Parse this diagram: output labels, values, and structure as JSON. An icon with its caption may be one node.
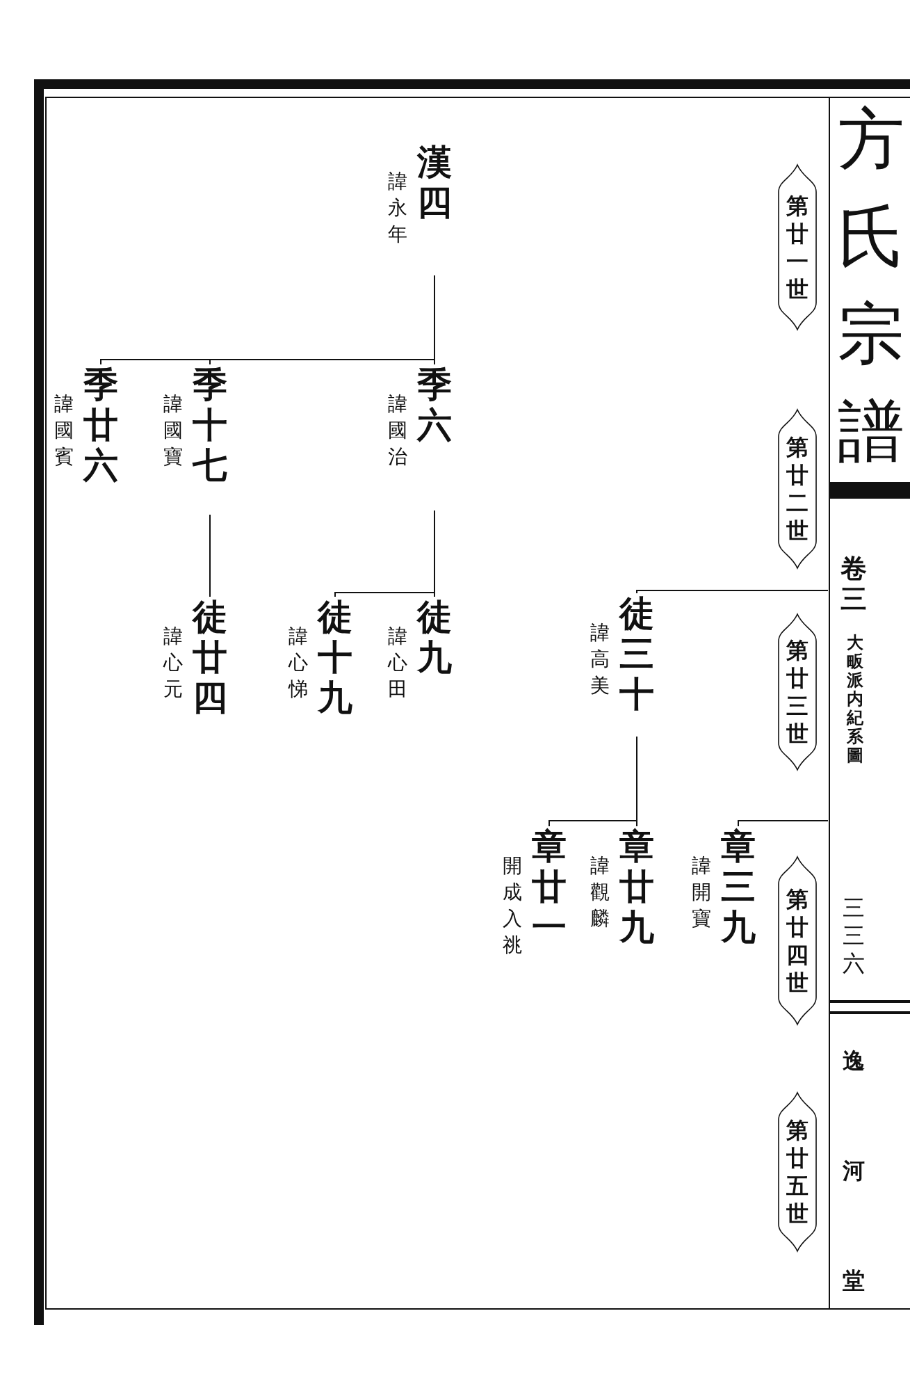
{
  "diagram": {
    "title": "方氏宗譜",
    "nodes": [
      {
        "text": [
          "第廿一世"
        ]
      },
      {
        "text": [
          "第廿二世"
        ]
      },
      {
        "text": [
          "第廿三世"
        ]
      },
      {
        "text": [
          "第廿四世"
        ]
      },
      {
        "text": [
          "第廿五世"
        ]
      },
      {
        "text": [
          "諱永年",
          "漢四"
        ]
      },
      {
        "text": [
          "諱國治",
          "季六"
        ]
      },
      {
        "text": [
          "諱國寶",
          "季十七"
        ]
      },
      {
        "text": [
          "諱國賓",
          "季廿六"
        ]
      },
      {
        "text": [
          "諱高美",
          "徒三十"
        ]
      },
      {
        "text": [
          "諱心田",
          "徒九"
        ]
      },
      {
        "text": [
          "諱心悌",
          "徒十九"
        ]
      },
      {
        "text": [
          "諱心元",
          "徒廿四"
        ]
      },
      {
        "text": [
          "諱開寶",
          "章三九"
        ]
      },
      {
        "text": [
          "諱觀麟",
          "章廿九"
        ]
      },
      {
        "text": [
          "開成入祧",
          "章廿一"
        ]
      }
    ],
    "edges": [
      {
        "from": 5,
        "to": 6,
        "arrow": "none"
      },
      {
        "from": 5,
        "to": 7,
        "arrow": "none"
      },
      {
        "from": 5,
        "to": 8,
        "arrow": "none"
      },
      {
        "from": 6,
        "to": 10,
        "arrow": "none"
      },
      {
        "from": 6,
        "to": 11,
        "arrow": "none"
      },
      {
        "from": 7,
        "to": 12,
        "arrow": "none"
      },
      {
        "from": null,
        "to": 9,
        "arrow": "none"
      },
      {
        "from": 9,
        "to": 14,
        "arrow": "none"
      },
      {
        "from": 9,
        "to": 15,
        "arrow": "none"
      },
      {
        "from": null,
        "to": 13,
        "arrow": "none"
      }
    ],
    "labels": [
      "卷三",
      "大畈派内紀系圖",
      "三三六",
      "逸河堂"
    ]
  }
}
